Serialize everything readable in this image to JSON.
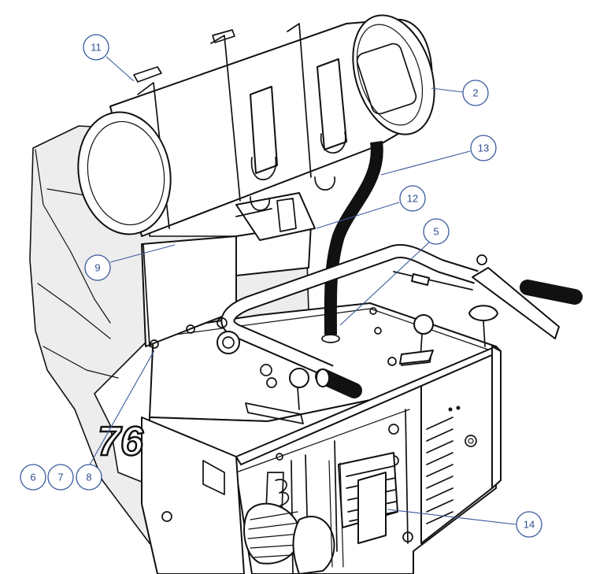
{
  "callouts": [
    {
      "id": "c11",
      "label": "11"
    },
    {
      "id": "c2",
      "label": "2"
    },
    {
      "id": "c13",
      "label": "13"
    },
    {
      "id": "c12",
      "label": "12"
    },
    {
      "id": "c5",
      "label": "5"
    },
    {
      "id": "c9",
      "label": "9"
    },
    {
      "id": "c6",
      "label": "6"
    },
    {
      "id": "c7",
      "label": "7"
    },
    {
      "id": "c8",
      "label": "8"
    },
    {
      "id": "c14",
      "label": "14"
    }
  ],
  "frame_number": "76",
  "colors": {
    "callout": "#3a5a9c",
    "ink": "#111111"
  }
}
